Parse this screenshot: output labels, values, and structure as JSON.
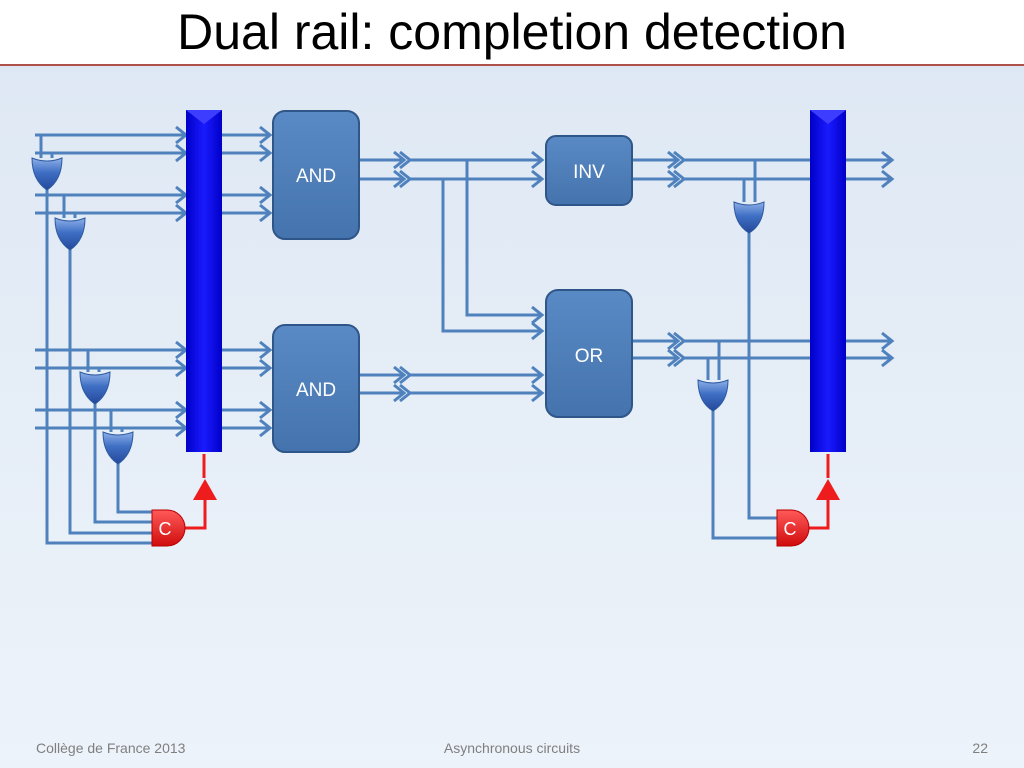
{
  "slide": {
    "title": "Dual rail: completion detection"
  },
  "diagram": {
    "blocks": {
      "and_top": "AND",
      "and_bottom": "AND",
      "inv": "INV",
      "or": "OR"
    },
    "c_elements": {
      "left": "C",
      "right": "C"
    },
    "colors": {
      "wire": "#4f81bd",
      "block_fill": "#4f7fb8",
      "block_stroke": "#2f5689",
      "latch": "#0000ee",
      "gate": "#3f6fc4",
      "completion": "#ee1c1c"
    }
  },
  "footer": {
    "left": "Collège de France 2013",
    "center": "Asynchronous circuits",
    "page_number": "22"
  }
}
